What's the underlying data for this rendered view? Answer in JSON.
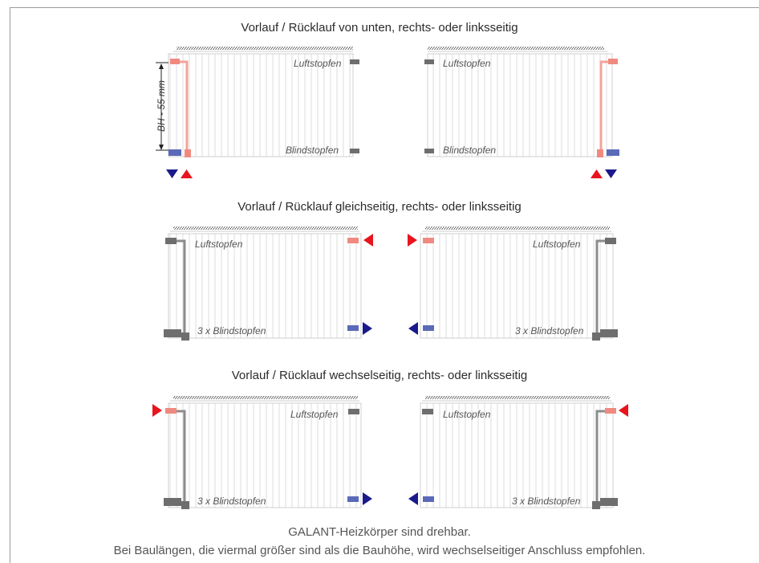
{
  "headings": {
    "section1": "Vorlauf / Rücklauf von unten, rechts- oder linksseitig",
    "section2": "Vorlauf / Rücklauf gleichseitig, rechts- oder linksseitig",
    "section3": "Vorlauf / Rücklauf wechselseitig, rechts- oder linksseitig"
  },
  "labels": {
    "air_plug": "Luftstopfen",
    "blind_plug": "Blindstopfen",
    "three_blind_plugs": "3 x Blindstopfen",
    "dimension": "BH - 55 mm"
  },
  "footer": {
    "line1": "GALANT-Heizkörper sind drehbar.",
    "line2": "Bei Baulängen, die viermal größer sind als die Bauhöhe, wird wechselseitiger Anschluss empfohlen."
  },
  "colors": {
    "supply": "#e8141e",
    "return": "#1a1a8c",
    "supply_pipe": "#f2a39a",
    "return_pipe": "#7f86c6",
    "radiator_fill": "#ffffff",
    "radiator_rib": "#d9d9d9",
    "plug": "#6e6e6e",
    "frame": "#9a9a9a"
  },
  "icons": {
    "supply_arrow": "red-triangle-arrow-icon",
    "return_arrow": "blue-triangle-arrow-icon"
  }
}
